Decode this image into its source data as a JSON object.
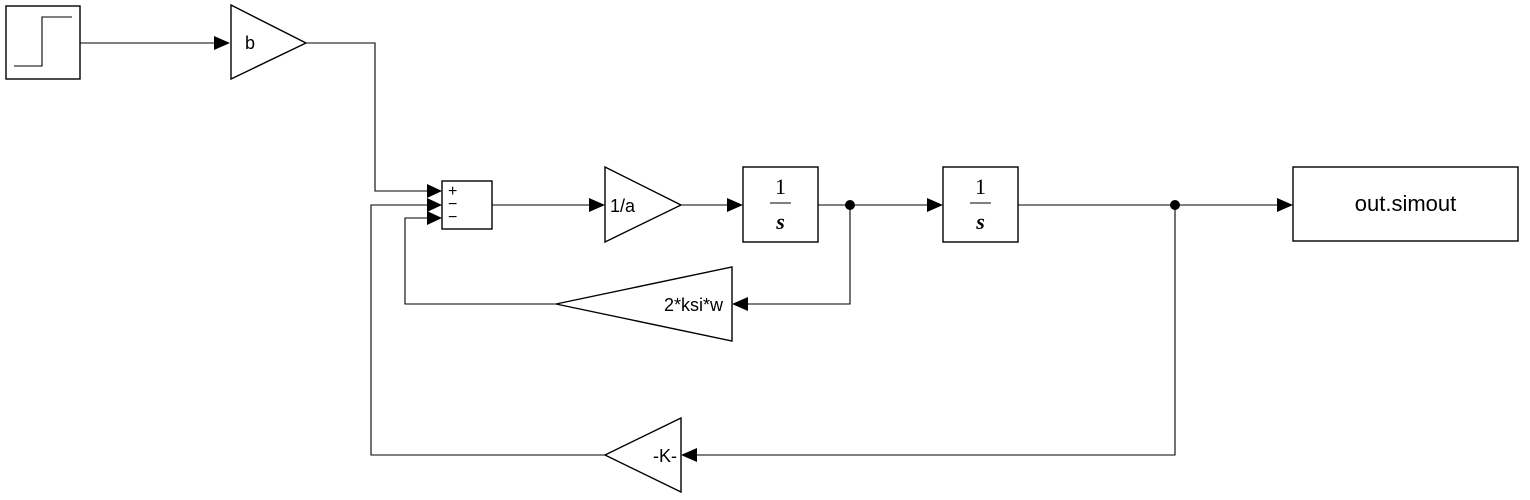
{
  "diagram": {
    "blocks": {
      "step": {
        "kind": "step source"
      },
      "gain_b": {
        "label": "b"
      },
      "sum": {
        "signs": [
          "+",
          "−",
          "−"
        ]
      },
      "gain_inv_a": {
        "label": "1/a"
      },
      "integrator_1": {
        "numerator": "1",
        "denominator": "s"
      },
      "integrator_2": {
        "numerator": "1",
        "denominator": "s"
      },
      "to_workspace": {
        "label": "out.simout"
      },
      "gain_damping": {
        "label": "2*ksi*w"
      },
      "gain_k": {
        "label": "-K-"
      }
    },
    "colors": {
      "line": "#000000",
      "fill": "#ffffff"
    }
  }
}
